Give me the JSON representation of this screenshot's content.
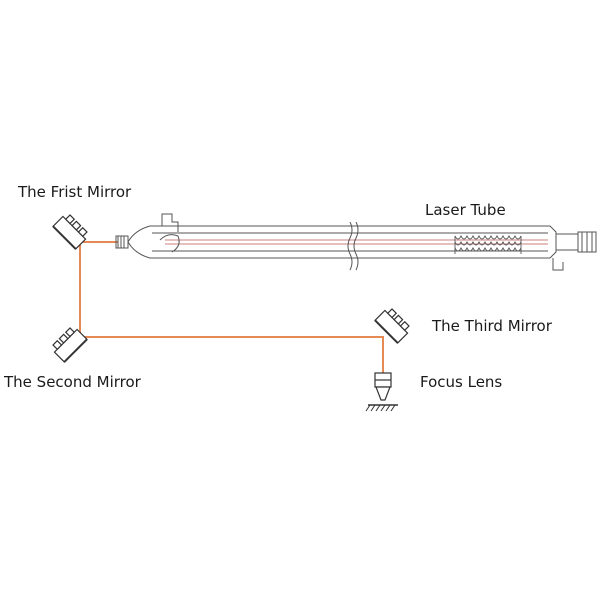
{
  "labels": {
    "first_mirror": "The Frist Mirror",
    "second_mirror": "The Second Mirror",
    "third_mirror": "The Third Mirror",
    "focus_lens": "Focus Lens",
    "laser_tube": "Laser Tube"
  },
  "colors": {
    "beam": "#e58a55",
    "line": "#444444",
    "background": "#ffffff"
  }
}
